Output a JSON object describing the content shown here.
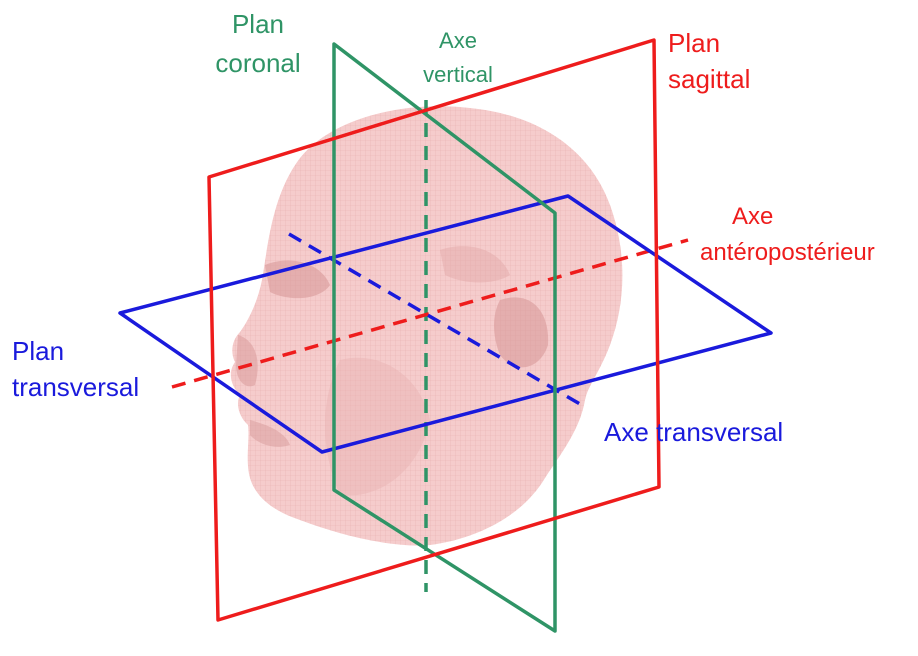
{
  "colors": {
    "sagittal": "#ee1c1c",
    "coronal": "#2f9466",
    "transversal": "#1a1adc",
    "head_fill": "#f2c6c6",
    "head_shade": "#d99a9a"
  },
  "labels": {
    "plan_coronal_1": "Plan",
    "plan_coronal_2": "coronal",
    "axe_vertical_1": "Axe",
    "axe_vertical_2": "vertical",
    "plan_sagittal_1": "Plan",
    "plan_sagittal_2": "sagittal",
    "axe_ap_1": "Axe",
    "axe_ap_2": "antéropostérieur",
    "plan_transversal_1": "Plan",
    "plan_transversal_2": "transversal",
    "axe_transversal": "Axe transversal"
  }
}
